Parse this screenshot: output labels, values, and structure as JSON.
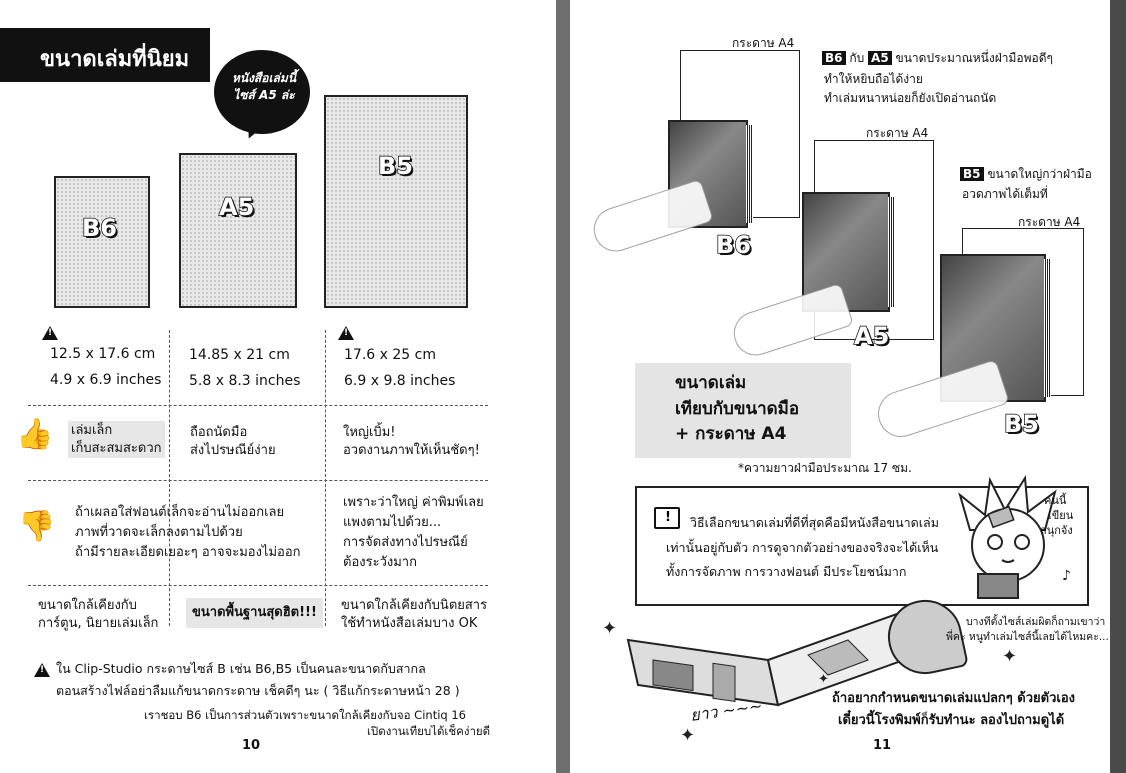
{
  "left": {
    "title": "ขนาดเล่มที่นิยม",
    "bubble": "หนังสือเล่มนี้ ไซส์ A5 ล่ะ",
    "books": [
      {
        "label": "B6",
        "cm": "12.5 x 17.6 cm",
        "inches": "4.9 x 6.9 inches"
      },
      {
        "label": "A5",
        "cm": "14.85 x 21 cm",
        "inches": "5.8 x 8.3 inches"
      },
      {
        "label": "B5",
        "cm": "17.6 x 25 cm",
        "inches": "6.9 x 9.8 inches"
      }
    ],
    "pros": [
      "เล่มเล็ก\nเก็บสะสมสะดวก",
      "ถือถนัดมือ\nส่งไปรษณีย์ง่าย",
      "ใหญ่เบิ้ม!\nอวดงานภาพให้เห็นชัดๆ!"
    ],
    "cons": [
      "ถ้าเผลอใส่ฟอนต์เล็กจะอ่านไม่ออกเลย\nภาพที่วาดจะเล็กลงตามไปด้วย\nถ้ามีรายละเอียดเยอะๆ อาจจะมองไม่ออก",
      "เพราะว่าใหญ่ ค่าพิมพ์เลย\nแพงตามไปด้วย...\nการจัดส่งทางไปรษณีย์\nต้องระวังมาก"
    ],
    "similar": [
      "ขนาดใกล้เคียงกับ\nการ์ตูน, นิยายเล่มเล็ก",
      "ขนาดพื้นฐานสุดฮิต!!!",
      "ขนาดใกล้เคียงกับนิตยสาร\nใช้ทำหนังสือเล่มบาง OK"
    ],
    "note_line1": "ใน Clip-Studio กระดาษไซส์ B เช่น B6,B5 เป็นคนละขนาดกับสากล",
    "note_line2": "ตอนสร้างไฟล์อย่าลืมแก้ขนาดกระดาษ เช็คดีๆ นะ ( วิธีแก้กระดาษหน้า 28 )",
    "footnote1": "เราชอบ B6 เป็นการส่วนตัวเพราะขนาดใกล้เคียงกับจอ Cintiq 16",
    "footnote2": "เปิดงานเทียบได้เช็คง่ายดี",
    "page_number": "10"
  },
  "right": {
    "paper_label": "กระดาษ A4",
    "b6a5_tag1": "B6",
    "b6a5_join": "กับ",
    "b6a5_tag2": "A5",
    "b6a5_text1": "ขนาดประมาณหนึ่งฝ่ามือพอดีๆ",
    "b6a5_text2": "ทำให้หยิบถือได้ง่าย",
    "b6a5_text3": "ทำเล่มหนาหน่อยก็ยังเปิดอ่านถนัด",
    "b5_tag": "B5",
    "b5_text1": "ขนาดใหญ่กว่าฝ่ามือ",
    "b5_text2": "อวดภาพได้เต็มที่",
    "size_labels": [
      "B6",
      "A5",
      "B5"
    ],
    "compare_title1": "ขนาดเล่ม",
    "compare_title2": "เทียบกับขนาดมือ",
    "compare_title3": "+ กระดาษ A4",
    "hand_note": "*ความยาวฝ่ามือประมาณ 17 ซม.",
    "tip1": "วิธีเลือกขนาดเล่มที่ดีที่สุดคือมีหนังสือขนาดเล่ม",
    "tip2": "เท่านั้นอยู่กับตัว การดูจากตัวอย่างของจริงจะได้เห็น",
    "tip3": "ทั้งการจัดภาพ การวางฟอนต์ มีประโยชน์มาก",
    "chara_note1": "คนนี้",
    "chara_note2": "เขียน",
    "chara_note3": "สนุกจัง",
    "odd_note1": "บางทีตั้งไซส์เล่มผิดก็ถามเขาว่า",
    "odd_note2": "พี่คะ หนูทำเล่มไซส์นี้เลยได้ไหมคะ...",
    "yao": "ยาว",
    "custom1": "ถ้าอยากกำหนดขนาดเล่มแปลกๆ ด้วยตัวเอง",
    "custom2": "เดี๋ยวนี้โรงพิมพ์ก็รับทำนะ ลองไปถามดูได้",
    "page_number": "11"
  }
}
